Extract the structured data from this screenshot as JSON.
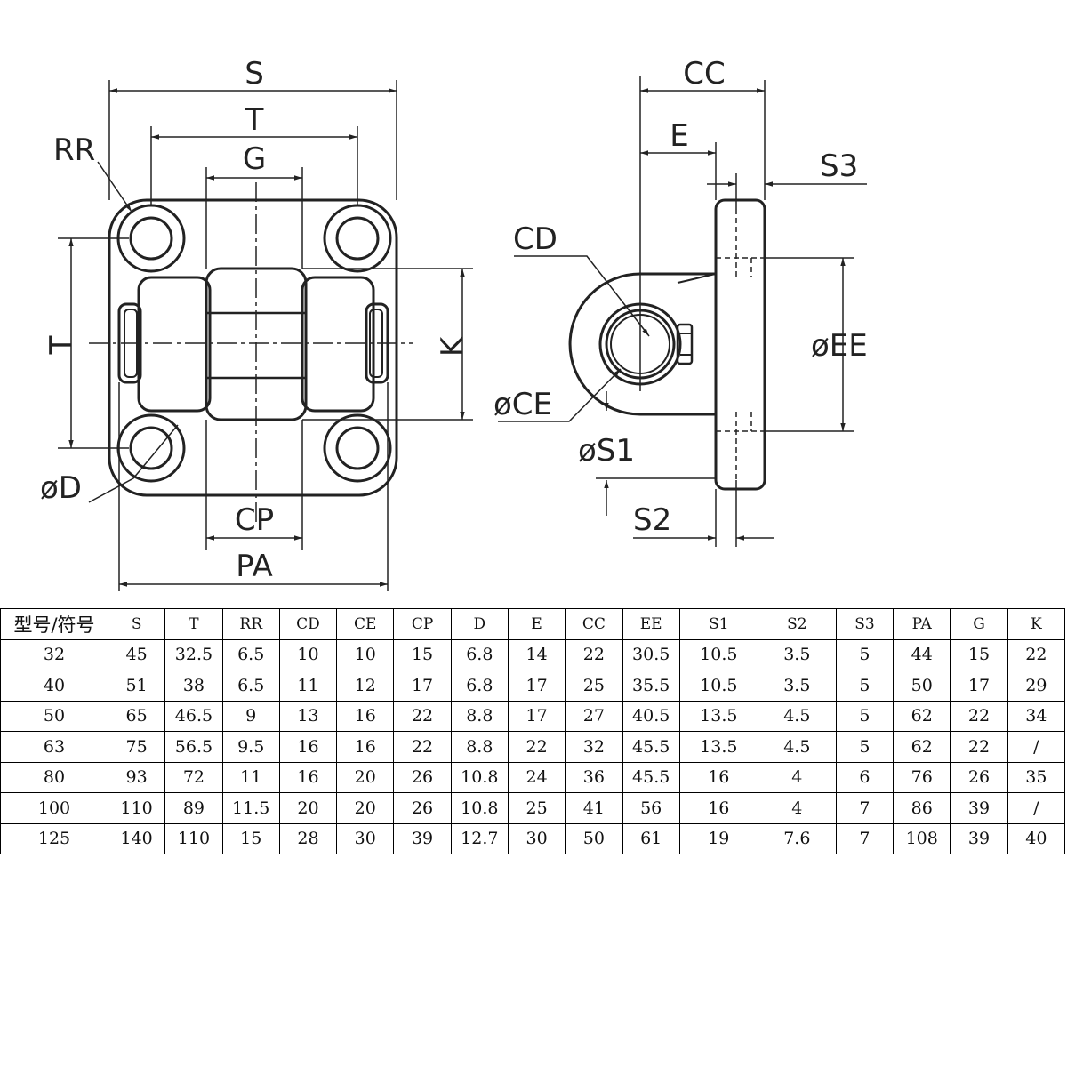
{
  "front_view": {
    "labels": {
      "S": "S",
      "T_top": "T",
      "G": "G",
      "RR": "RR",
      "T_side": "T",
      "K": "K",
      "D": "øD",
      "CP": "CP",
      "PA": "PA"
    }
  },
  "side_view": {
    "labels": {
      "CC": "CC",
      "E": "E",
      "S3": "S3",
      "CD": "CD",
      "CE": "øCE",
      "S1": "øS1",
      "EE": "øEE",
      "S2": "S2"
    }
  },
  "spec_table": {
    "headers": [
      "型号/符号",
      "S",
      "T",
      "RR",
      "CD",
      "CE",
      "CP",
      "D",
      "E",
      "CC",
      "EE",
      "S1",
      "S2",
      "S3",
      "PA",
      "G",
      "K"
    ],
    "rows": [
      [
        "32",
        "45",
        "32.5",
        "6.5",
        "10",
        "10",
        "15",
        "6.8",
        "14",
        "22",
        "30.5",
        "10.5",
        "3.5",
        "5",
        "44",
        "15",
        "22"
      ],
      [
        "40",
        "51",
        "38",
        "6.5",
        "11",
        "12",
        "17",
        "6.8",
        "17",
        "25",
        "35.5",
        "10.5",
        "3.5",
        "5",
        "50",
        "17",
        "29"
      ],
      [
        "50",
        "65",
        "46.5",
        "9",
        "13",
        "16",
        "22",
        "8.8",
        "17",
        "27",
        "40.5",
        "13.5",
        "4.5",
        "5",
        "62",
        "22",
        "34"
      ],
      [
        "63",
        "75",
        "56.5",
        "9.5",
        "16",
        "16",
        "22",
        "8.8",
        "22",
        "32",
        "45.5",
        "13.5",
        "4.5",
        "5",
        "62",
        "22",
        "/"
      ],
      [
        "80",
        "93",
        "72",
        "11",
        "16",
        "20",
        "26",
        "10.8",
        "24",
        "36",
        "45.5",
        "16",
        "4",
        "6",
        "76",
        "26",
        "35"
      ],
      [
        "100",
        "110",
        "89",
        "11.5",
        "20",
        "20",
        "26",
        "10.8",
        "25",
        "41",
        "56",
        "16",
        "4",
        "7",
        "86",
        "39",
        "/"
      ],
      [
        "125",
        "140",
        "110",
        "15",
        "28",
        "30",
        "39",
        "12.7",
        "30",
        "50",
        "61",
        "19",
        "7.6",
        "7",
        "108",
        "39",
        "40"
      ]
    ]
  }
}
